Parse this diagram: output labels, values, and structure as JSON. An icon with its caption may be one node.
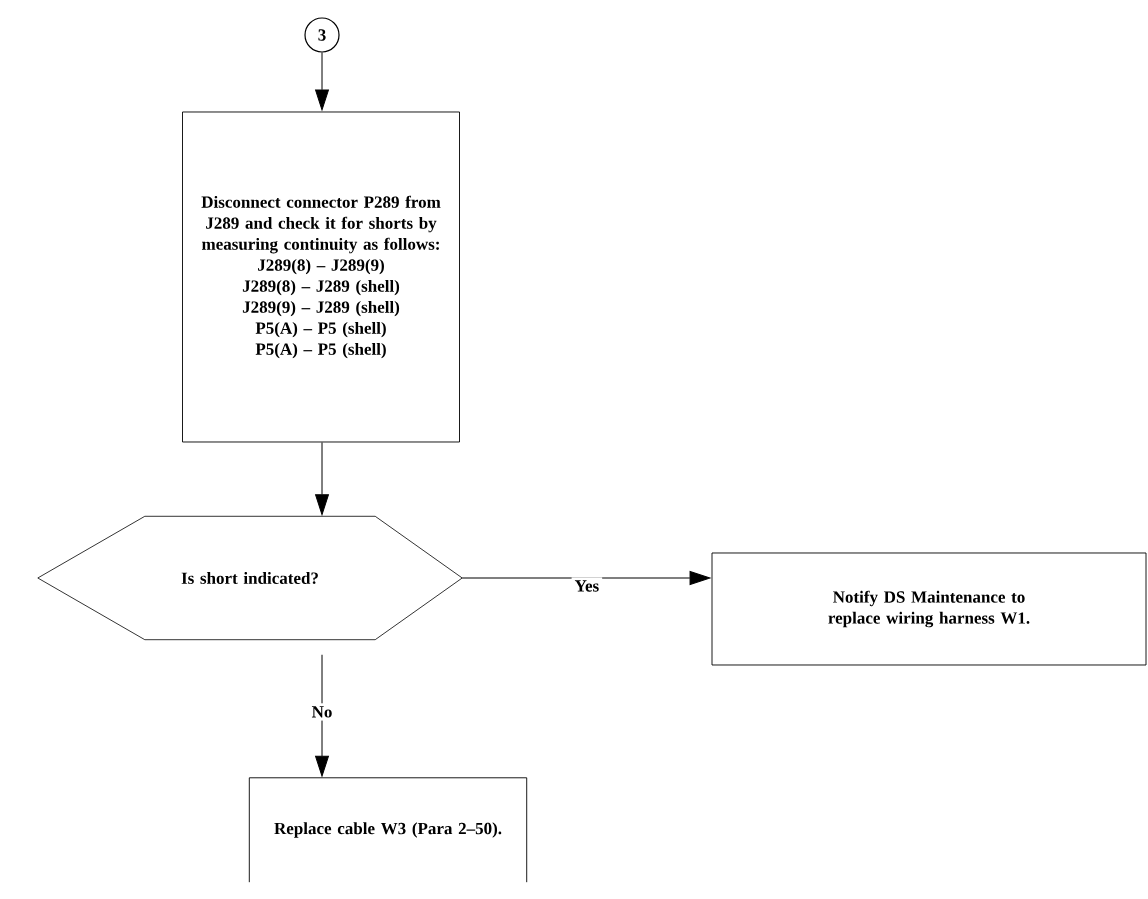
{
  "diagram": {
    "nodes": [
      {
        "text": [
          "3"
        ]
      },
      {
        "text": [
          "Disconnect connector P289 from J289 and check it for shorts by measuring continuity as follows:",
          "J289(8) – J289(9)",
          "J289(8) – J289 (shell)",
          "J289(9) – J289 (shell)",
          "P5(A) – P5 (shell)",
          "P5(A) – P5 (shell)"
        ]
      },
      {
        "text": [
          "Is short indicated?"
        ]
      },
      {
        "text": [
          "Notify DS Maintenance to replace wiring harness W1."
        ]
      },
      {
        "text": [
          "Replace cable W3 (Para 2–50)."
        ]
      }
    ],
    "edges": [
      {
        "from": 0,
        "to": 1,
        "arrow": "to"
      },
      {
        "from": 1,
        "to": 2,
        "arrow": "to"
      },
      {
        "from": 2,
        "to": 3,
        "arrow": "to",
        "label": "Yes"
      },
      {
        "from": 2,
        "to": 4,
        "arrow": "to",
        "label": "No"
      }
    ]
  }
}
